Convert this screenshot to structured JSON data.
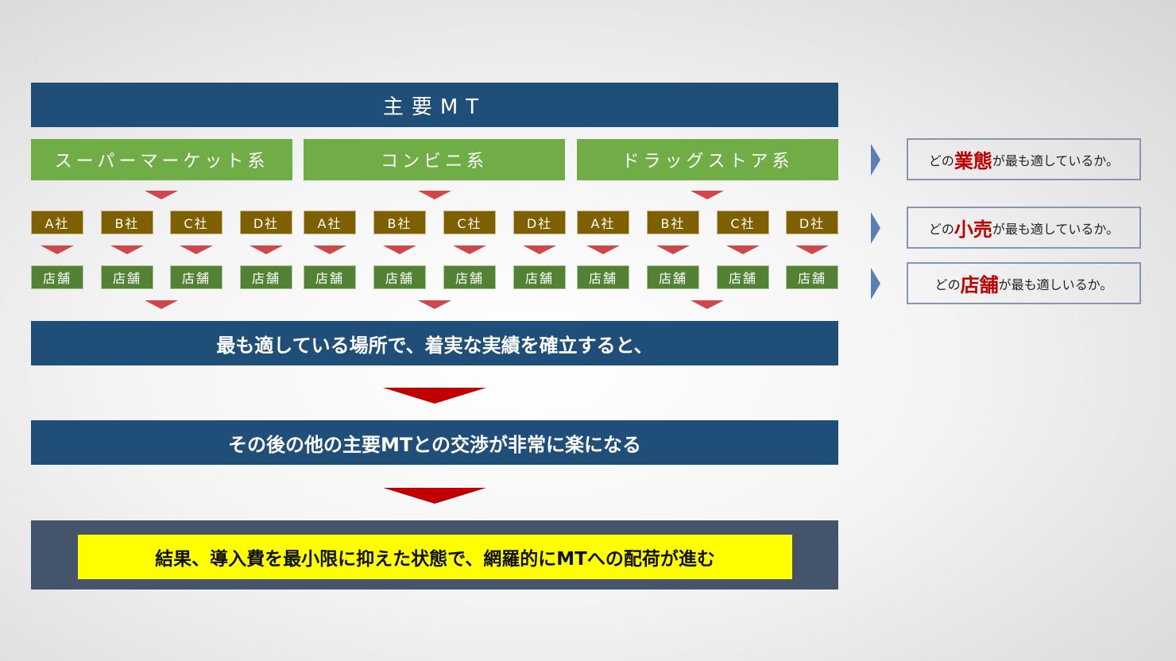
{
  "title": "主要MT",
  "categories": [
    "スーパーマーケット系",
    "コンビニ系",
    "ドラッグストア系"
  ],
  "companies": [
    "A社",
    "B社",
    "C社",
    "D社"
  ],
  "store": "店舗",
  "step1": "最も適している場所で、着実な実績を確立すると、",
  "step2": "その後の他の主要MTとの交渉が非常に楽になる",
  "result": "結果、導入費を最小限に抑えた状態で、網羅的にMTへの配荷が進む",
  "questions": [
    {
      "pre": "どの",
      "key": "業態",
      "post": "が最も適しているか。"
    },
    {
      "pre": "どの",
      "key": "小売",
      "post": "が最も適しているか。"
    },
    {
      "pre": "どの",
      "key": "店舗",
      "post": "が最も適しいるか。"
    }
  ]
}
